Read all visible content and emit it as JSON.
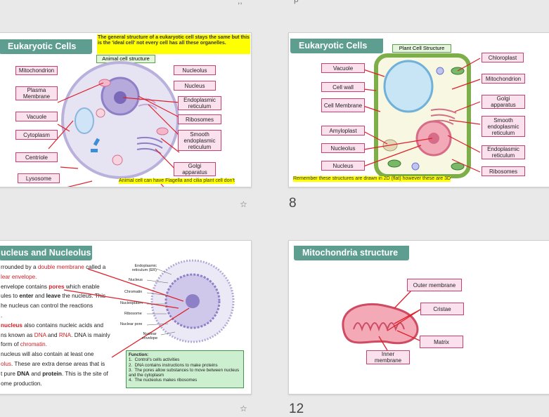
{
  "top_clip_text": "",
  "slide1": {
    "title": "Eukaryotic Cells",
    "note": "The general structure of a eukaryotic cell stays the same but this is the 'ideal cell' not every cell has all these organelles.",
    "subtitle": "Animal cell structure",
    "labels": [
      "Mitochondrion",
      "Plasma Membrane",
      "Vacuole",
      "Cytoplasm",
      "Centriole",
      "Lysosome",
      "Nucleolus",
      "Nucleus",
      "Endoplasmic reticulum",
      "Ribosomes",
      "Smooth endoplasmic reticulum",
      "Golgi apparatus"
    ],
    "footer": "Animal cell can have Flagella and cilia plant cell don't"
  },
  "slide2": {
    "number": "8",
    "title": "Eukaryotic Cells",
    "subtitle": "Plant Cell Structure",
    "labels": [
      "Vacuole",
      "Cell wall",
      "Cell Membrane",
      "Amyloplast",
      "Nucleolus",
      "Nucleus",
      "Chloroplast",
      "Mitochondrion",
      "Golgi apparatus",
      "Smooth endoplasmic reticulum",
      "Endoplasmic reticulum",
      "Ribosomes"
    ],
    "footer": "Remember these structures are drawn in 2D (flat) however these are 3D"
  },
  "slide3": {
    "title": "ucleus and Nucleolus",
    "lines": [
      {
        "parts": [
          {
            "t": "rrounded by a "
          },
          {
            "t": "double membrane",
            "c": "red"
          },
          {
            "t": " called a"
          }
        ]
      },
      {
        "parts": [
          {
            "t": "lear envelope.",
            "c": "red"
          }
        ]
      },
      {
        "parts": [
          {
            "t": "envelope contains "
          },
          {
            "t": "pores",
            "c": "red",
            "b": true
          },
          {
            "t": " which enable"
          }
        ]
      },
      {
        "parts": [
          {
            "t": "ules to "
          },
          {
            "t": "enter",
            "b": true
          },
          {
            "t": " and "
          },
          {
            "t": "leave",
            "b": true
          },
          {
            "t": " the nucleus. This"
          }
        ]
      },
      {
        "parts": [
          {
            "t": "he nucleus can control the reactions"
          }
        ]
      },
      {
        "parts": [
          {
            "t": "."
          }
        ]
      },
      {
        "parts": [
          {
            "t": "nucleus",
            "c": "red",
            "b": true
          },
          {
            "t": " also contains nucleic acids and"
          }
        ]
      },
      {
        "parts": [
          {
            "t": "ns known as "
          },
          {
            "t": "DNA",
            "c": "red"
          },
          {
            "t": " and "
          },
          {
            "t": "RNA",
            "c": "red"
          },
          {
            "t": ". DNA is mainly"
          }
        ]
      },
      {
        "parts": [
          {
            "t": "form of "
          },
          {
            "t": "chromatin.",
            "c": "red"
          }
        ]
      },
      {
        "parts": [
          {
            "t": "nucleus will also contain at least one"
          }
        ]
      },
      {
        "parts": [
          {
            "t": "olus",
            "c": "red"
          },
          {
            "t": ". These are extra dense areas that is"
          }
        ]
      },
      {
        "parts": [
          {
            "t": "t pure "
          },
          {
            "t": "DNA",
            "b": true
          },
          {
            "t": " and "
          },
          {
            "t": "protein",
            "b": true
          },
          {
            "t": ". This is the site of"
          }
        ]
      },
      {
        "parts": [
          {
            "t": "ome production."
          }
        ]
      }
    ],
    "diagram_labels": [
      "Endoplasmic reticulum (ER)",
      "Nucleus",
      "Chromatin",
      "Nucleoplasm",
      "Ribosome",
      "Nuclear pore",
      "Nuclear envelope"
    ],
    "function_title": "Function:",
    "functions": [
      "Control's cells activities",
      "DNA contains instructions to make proteins",
      "The pores allow substances to move between nucleus and the cytoplasm",
      "The nucleolus makes ribosomes"
    ],
    "number": "12"
  },
  "slide4": {
    "title": "Mitochondria structure",
    "labels": [
      "Outer membrane",
      "Cristae",
      "Matrix",
      "Inner membrane"
    ]
  },
  "colors": {
    "title_bg": "#5d9e90",
    "label_bg": "#fbe1ee",
    "label_border": "#cc3f6d",
    "highlight": "#ffff00",
    "arrow": "#e0202a"
  },
  "icons": [
    "star-icon"
  ]
}
